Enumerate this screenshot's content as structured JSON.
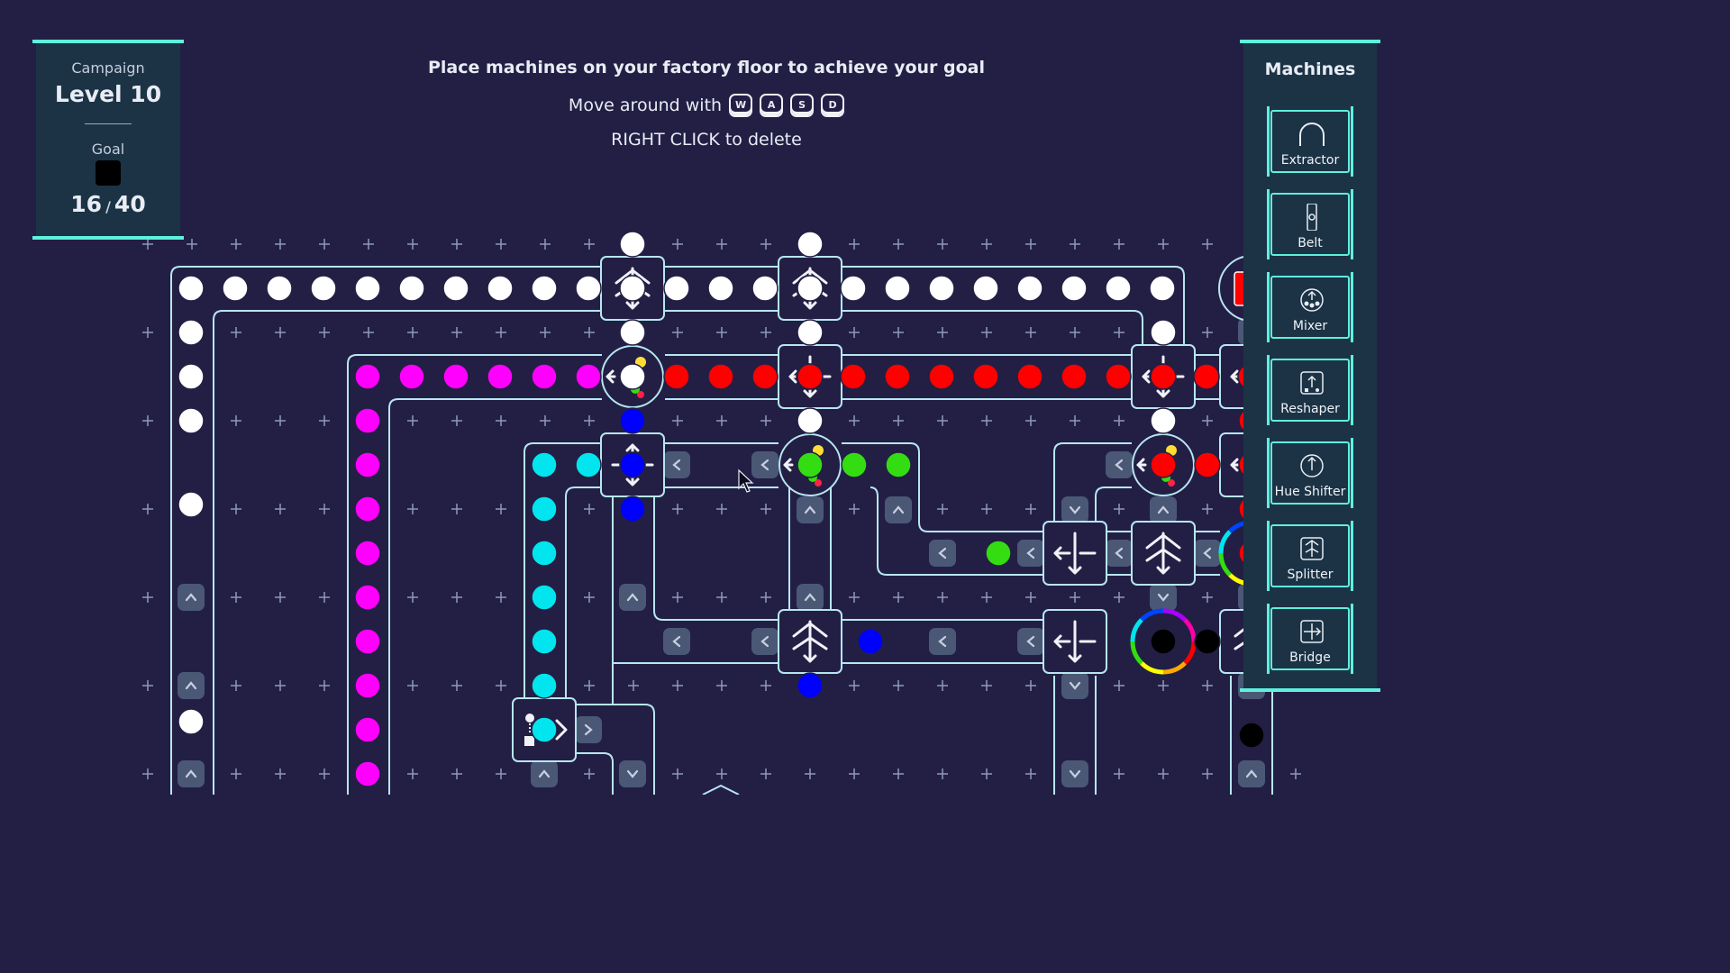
{
  "level_panel": {
    "campaign_label": "Campaign",
    "level_title": "Level 10",
    "goal_label": "Goal",
    "goal_color": "#000000",
    "goal_current": "16",
    "goal_separator": "/",
    "goal_target": "40"
  },
  "instructions": {
    "main": "Place machines on your factory floor to achieve your goal",
    "move_prefix": "Move around with",
    "keys": [
      "W",
      "A",
      "S",
      "D"
    ],
    "delete_hint": "RIGHT CLICK to delete"
  },
  "machines_panel": {
    "title": "Machines",
    "items": [
      {
        "label": "Extractor",
        "icon": "extractor-icon"
      },
      {
        "label": "Belt",
        "icon": "belt-icon"
      },
      {
        "label": "Mixer",
        "icon": "mixer-icon"
      },
      {
        "label": "Reshaper",
        "icon": "reshaper-icon"
      },
      {
        "label": "Hue Shifter",
        "icon": "hue-shifter-icon"
      },
      {
        "label": "Splitter",
        "icon": "splitter-icon"
      },
      {
        "label": "Bridge",
        "icon": "bridge-icon"
      }
    ]
  },
  "colors": {
    "background": "#231f44",
    "accent": "#5ff0de",
    "white_item": "#ffffff",
    "magenta_item": "#ff00ff",
    "red_item": "#ff0000",
    "cyan_item": "#00e5ee",
    "blue_item": "#0000ff",
    "green_item": "#33dd11",
    "black_item": "#000000"
  },
  "held_item": {
    "shape": "square",
    "color": "#ff0000"
  }
}
